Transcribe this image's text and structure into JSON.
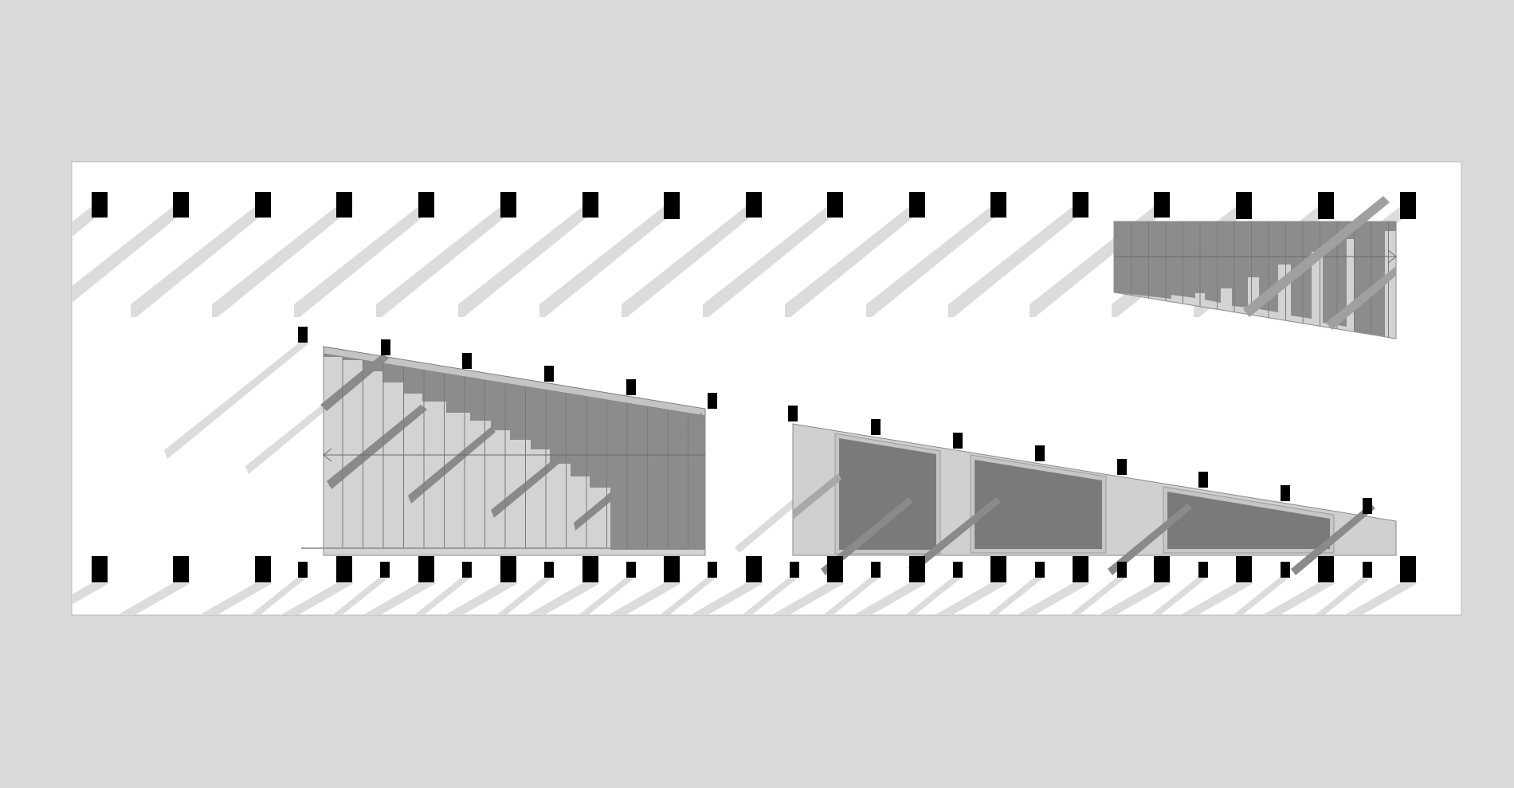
{
  "canvas": {
    "background": "#dadada",
    "sheet_color": "#ffffff",
    "sheet_border": "#b8b8b8"
  },
  "palette": {
    "shadow_light": "#dcdcdc",
    "shadow_dark": "#8a8a8a",
    "panel_fill": "#cfcfcf",
    "dark_fill": "#8c8c8c",
    "window_fill": "#7a7a7a",
    "column_black": "#000000",
    "thin_line": "#6a6a6a"
  },
  "drawing": {
    "type": "architectural-elevation",
    "description_visible_text": "",
    "components": [
      "top-column-row",
      "bottom-column-row",
      "left-stair-elevation",
      "center-window-elevation",
      "top-right-stair-elevation"
    ]
  }
}
